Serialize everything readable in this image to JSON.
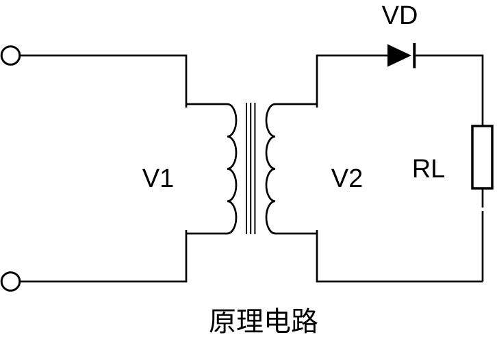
{
  "circuit": {
    "caption": "原理电路",
    "labels": {
      "primary_voltage": "V1",
      "secondary_voltage": "V2",
      "diode": "VD",
      "load_resistor": "RL"
    },
    "components": {
      "input_terminals": 2,
      "transformer": "iron-core transformer, 4 coil loops per winding, 3 core lines",
      "diode": "series diode, anode left, cathode right",
      "load_resistor": "rectangular resistor on output"
    },
    "colors": {
      "line": "#000000",
      "background": "#ffffff"
    }
  }
}
